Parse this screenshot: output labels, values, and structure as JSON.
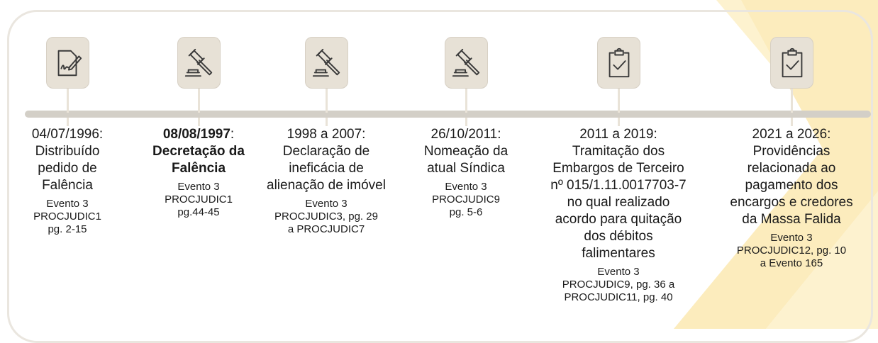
{
  "timeline": {
    "events": [
      {
        "icon": "document-signature-icon",
        "date": "04/07/1996:",
        "title_bold": false,
        "title_lines": [
          "Distribuído",
          "pedido de",
          "Falência"
        ],
        "ref_lines": [
          "Evento 3",
          "PROCJUDIC1",
          "pg. 2-15"
        ]
      },
      {
        "icon": "gavel-icon",
        "date": "08/08/1997",
        "date_suffix": ":",
        "title_bold": true,
        "title_lines": [
          "Decretação da",
          "Falência"
        ],
        "ref_lines": [
          "Evento 3",
          "PROCJUDIC1",
          "pg.44-45"
        ]
      },
      {
        "icon": "gavel-icon",
        "date": "1998 a 2007:",
        "title_bold": false,
        "title_lines": [
          "Declaração de",
          "ineficácia de",
          "alienação de imóvel"
        ],
        "ref_lines": [
          "Evento 3",
          "PROCJUDIC3, pg. 29",
          "a PROCJUDIC7"
        ]
      },
      {
        "icon": "gavel-icon",
        "date": "26/10/2011:",
        "title_bold": false,
        "title_lines": [
          "Nomeação da",
          "atual Síndica"
        ],
        "ref_lines": [
          "Evento 3",
          "PROCJUDIC9",
          "pg. 5-6"
        ]
      },
      {
        "icon": "clipboard-check-icon",
        "date": "2011 a 2019:",
        "title_bold": false,
        "title_lines": [
          "Tramitação dos",
          "Embargos de Terceiro",
          "nº 015/1.11.0017703-7",
          "no qual realizado",
          "acordo para quitação",
          "dos débitos",
          "falimentares"
        ],
        "ref_lines": [
          "Evento 3",
          "PROCJUDIC9, pg. 36 a",
          "PROCJUDIC11, pg. 40"
        ]
      },
      {
        "icon": "clipboard-check-icon",
        "date": "2021 a 2026:",
        "title_bold": false,
        "title_lines": [
          "Providências",
          "relacionada ao",
          "pagamento dos",
          "encargos e credores",
          "da Massa Falida"
        ],
        "ref_lines": [
          "Evento 3",
          "PROCJUDIC12, pg. 10",
          "a Evento 165"
        ]
      }
    ]
  },
  "colors": {
    "accent_stripe": "#fdf2cf",
    "icon_bg": "#e7e1d6",
    "axis": "#d3cfc7",
    "frame": "#eae6df"
  }
}
